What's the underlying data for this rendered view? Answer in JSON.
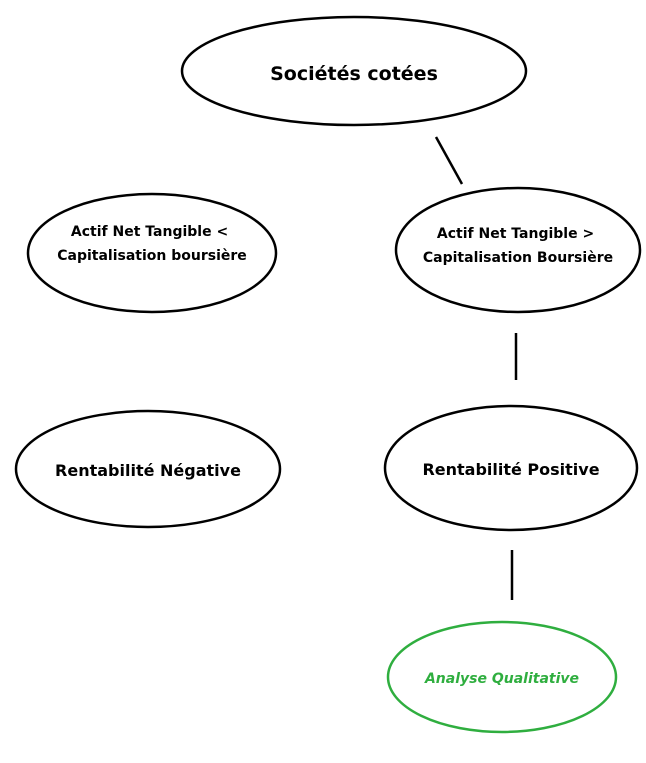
{
  "nodes": {
    "listed_companies": {
      "lines": [
        "Sociétés cotées"
      ]
    },
    "nta_below_cap": {
      "lines": [
        "Actif Net Tangible <",
        "Capitalisation boursière"
      ]
    },
    "nta_above_cap": {
      "lines": [
        "Actif Net Tangible >",
        "Capitalisation Boursière"
      ]
    },
    "negative_profitability": {
      "lines": [
        "Rentabilité Négative"
      ]
    },
    "positive_profitability": {
      "lines": [
        "Rentabilité Positive"
      ]
    },
    "qualitative_analysis": {
      "lines": [
        "Analyse Qualitative"
      ]
    }
  },
  "colors": {
    "stroke": "#000000",
    "accent": "#2fae3f",
    "background": "#ffffff"
  }
}
